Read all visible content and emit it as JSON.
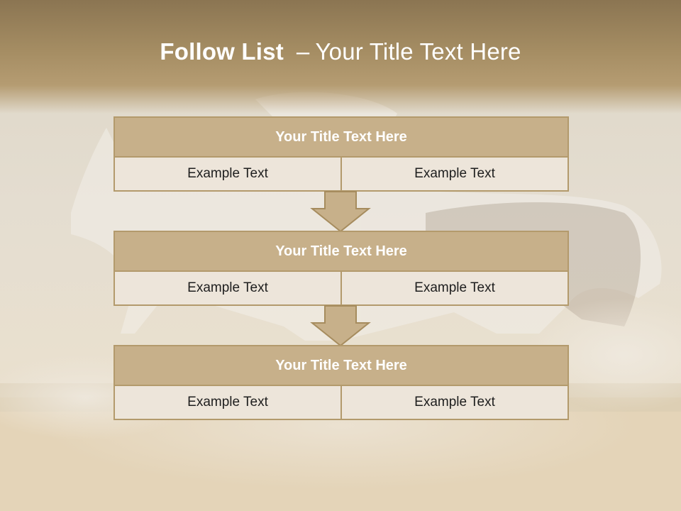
{
  "slide": {
    "title_bold": "Follow List",
    "title_separator": "–",
    "title_rest": "Your Title Text Here"
  },
  "steps": [
    {
      "heading": "Your Title Text Here",
      "left_text": "Example Text",
      "right_text": "Example Text"
    },
    {
      "heading": "Your Title Text Here",
      "left_text": "Example Text",
      "right_text": "Example Text"
    },
    {
      "heading": "Your Title Text Here",
      "left_text": "Example Text",
      "right_text": "Example Text"
    }
  ],
  "colors": {
    "header_band": "#a58d63",
    "block_header": "#c7b08a",
    "block_border": "#b39a6c",
    "cell_fill": "#ede5da",
    "title_text": "#ffffff"
  },
  "icons": [
    "down-arrow-icon"
  ]
}
